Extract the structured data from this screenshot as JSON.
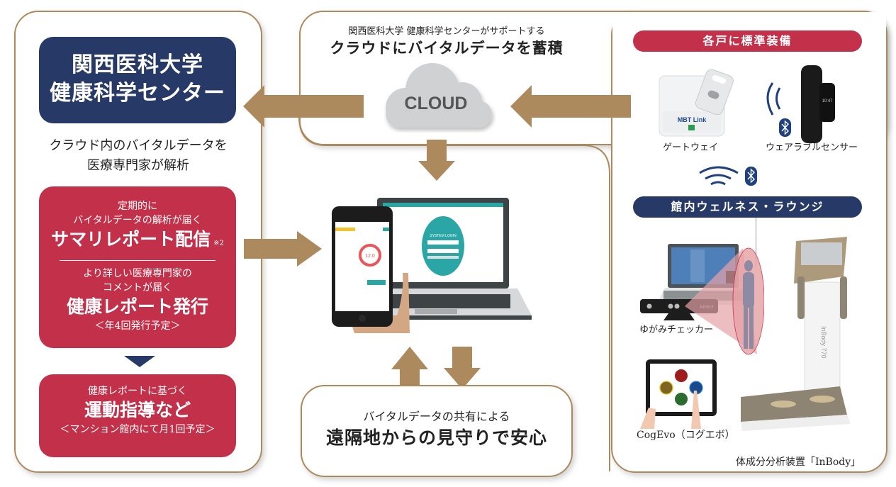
{
  "colors": {
    "navy": "#273a67",
    "crimson": "#c3304a",
    "arrow_gold": "#ad8a5e",
    "cloud_gray": "#cfd1d3",
    "teal": "#2aa6a6"
  },
  "center_org": {
    "title_line1": "関西医科大学",
    "title_line2": "健康科学センター",
    "desc_line1": "クラウド内のバイタルデータを",
    "desc_line2": "医療専門家が解析"
  },
  "report_box": {
    "sub1": "定期的に",
    "sub2": "バイタルデータの解析が届く",
    "title1": "サマリレポート配信",
    "note": "※2",
    "sub3": "より詳しい医療専門家の",
    "sub4": "コメントが届く",
    "title2": "健康レポート発行",
    "schedule": "＜年4回発行予定＞"
  },
  "exercise_box": {
    "sub": "健康レポートに基づく",
    "title": "運動指導など",
    "schedule": "＜マンション館内にて月1回予定＞"
  },
  "cloud": {
    "sub": "関西医科大学 健康科学センターがサポートする",
    "title": "クラウドにバイタルデータを蓄積",
    "label": "CLOUD"
  },
  "standard_equipment": {
    "pill": "各戸に標準装備",
    "gateway_label": "ゲートウェイ",
    "gateway_brand": "MBT Link",
    "wearable_label": "ウェアラブルセンサー",
    "wearable_time": "10:47"
  },
  "lounge": {
    "pill": "館内ウェルネス・ラウンジ",
    "posture_label": "ゆがみチェッカー",
    "kinect_label": "kinect",
    "cogevo_label": "CogEvo（コグエボ）",
    "inbody_label": "体成分分析装置「InBody」",
    "inbody_brand": "InBody 770"
  },
  "devices": {
    "laptop_screen_title": "SYSTEM LOGIN",
    "phone_value": "12.0"
  },
  "sharing": {
    "sub": "バイタルデータの共有による",
    "title": "遠隔地からの見守りで安心"
  }
}
